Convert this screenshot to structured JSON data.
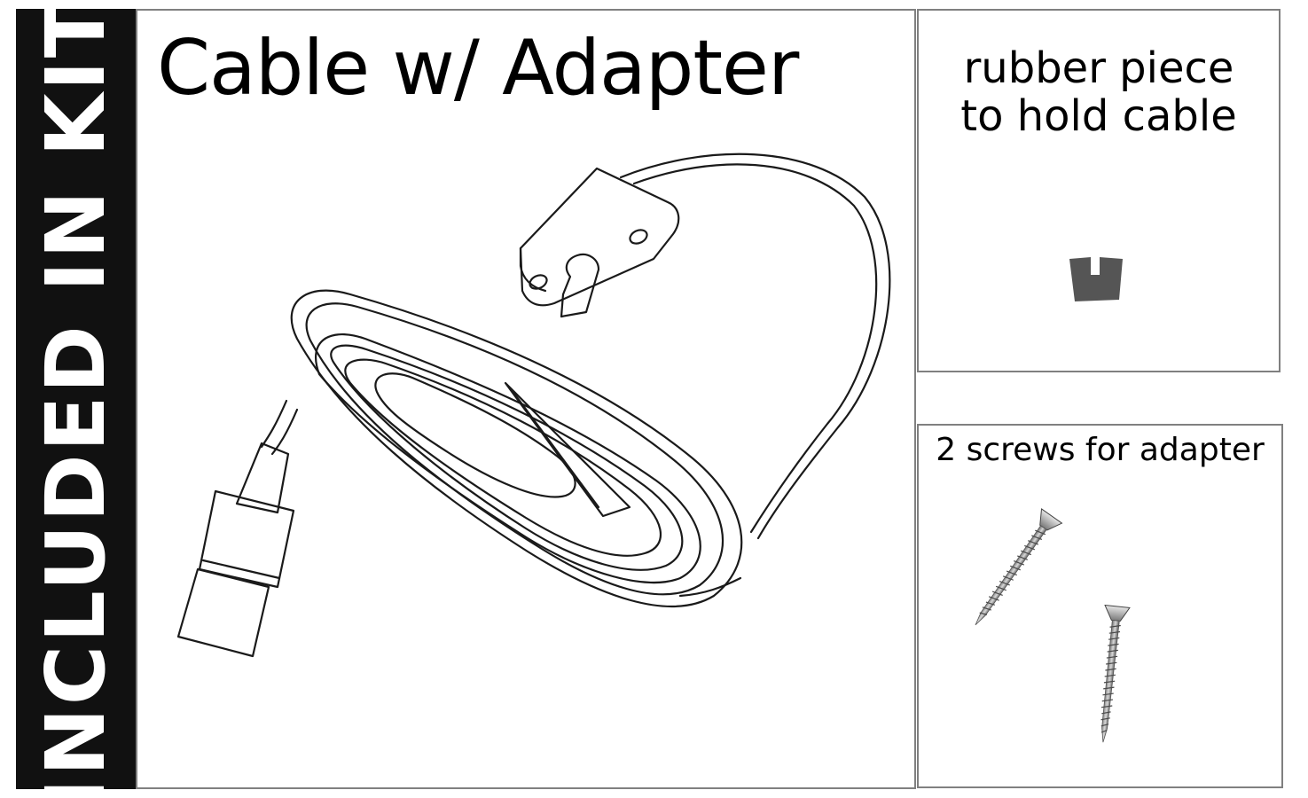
{
  "sidebar": {
    "label": "INCLUDED IN KIT",
    "background_color": "#111111",
    "text_color": "#ffffff"
  },
  "cable_panel": {
    "title": "Cable w/ Adapter",
    "illustration": "coiled-usb-cable-with-adapter"
  },
  "rubber_panel": {
    "title_line1": "rubber piece",
    "title_line2": "to hold cable",
    "illustration": "rubber-clip",
    "clip_color": "#555555"
  },
  "screws_panel": {
    "title": "2 screws for adapter",
    "illustration": "two-screws"
  },
  "border_color": "#808080"
}
